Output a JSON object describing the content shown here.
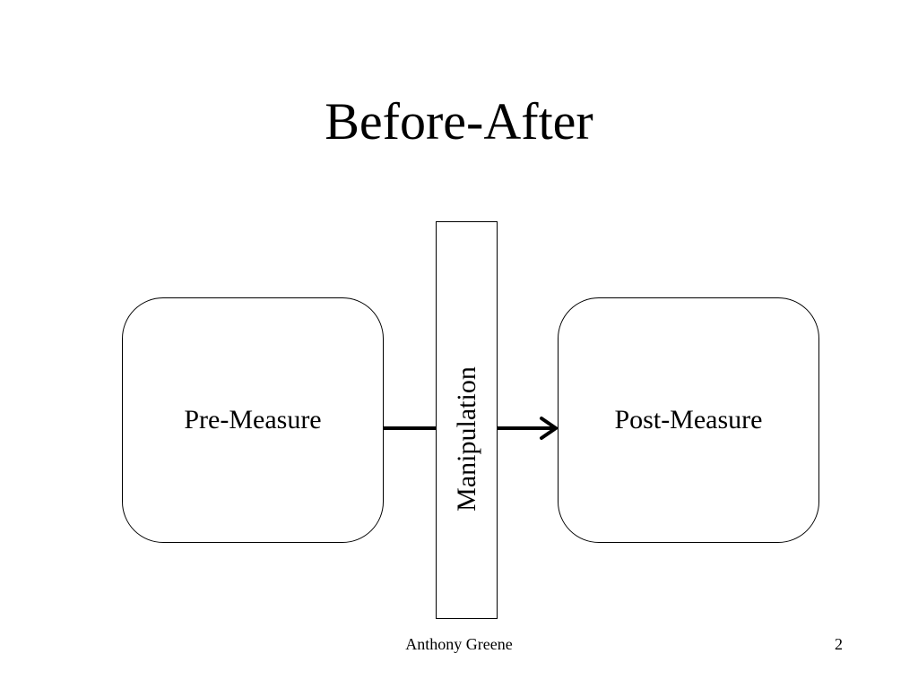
{
  "slide": {
    "title": "Before-After",
    "footer_author": "Anthony Greene",
    "page_number": "2"
  },
  "diagram": {
    "pre_measure_label": "Pre-Measure",
    "manipulation_label": "Manipulation",
    "post_measure_label": "Post-Measure"
  },
  "colors": {
    "stroke": "#000000",
    "background": "#ffffff"
  }
}
